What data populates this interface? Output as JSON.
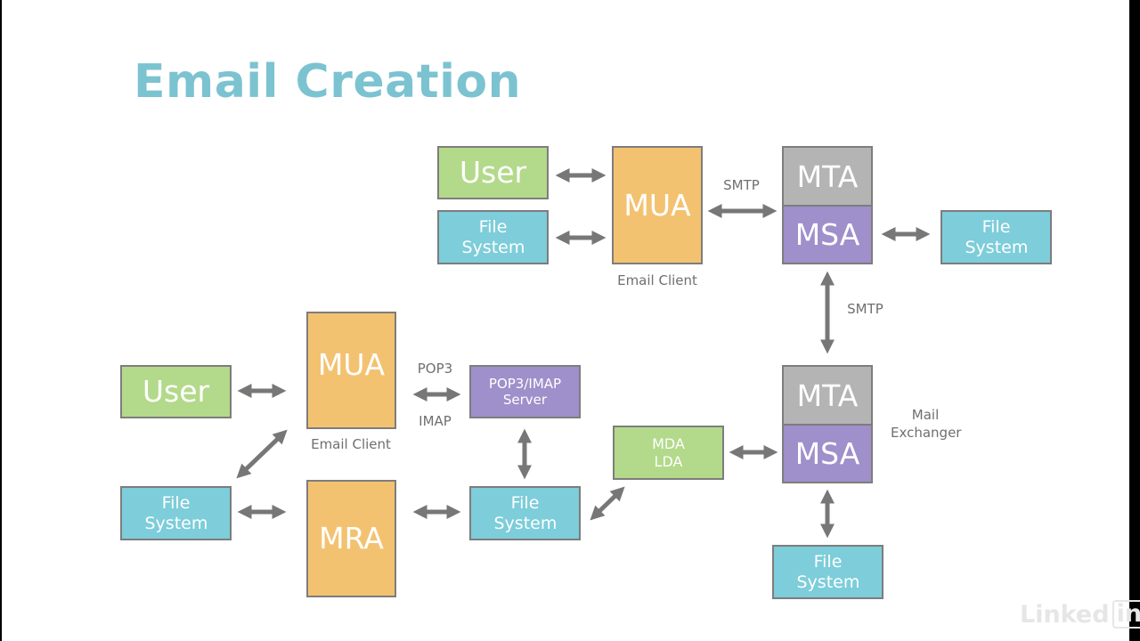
{
  "title": "Email Creation",
  "colors": {
    "title": "#7cc3d1",
    "user": "#b3d98a",
    "file_system": "#7dcdda",
    "agent": "#f3c271",
    "mta": "#b4b4b4",
    "msa": "#9f8fca",
    "arrow": "#777777",
    "border": "#7d7d7d"
  },
  "sender": {
    "user": "User",
    "file_system": "File System",
    "mua": "MUA",
    "mua_caption": "Email Client",
    "link_protocol": "SMTP",
    "mta": "MTA",
    "msa": "MSA",
    "server_file_system": "File System",
    "relay_protocol": "SMTP"
  },
  "receiver": {
    "user": "User",
    "mua": "MUA",
    "mua_caption": "Email Client",
    "protocol_top": "POP3",
    "protocol_bottom": "IMAP",
    "pop_imap_server": "POP3/IMAP Server",
    "client_file_system": "File System",
    "mra": "MRA",
    "server_file_system": "File System",
    "mda": "MDA LDA",
    "mta": "MTA",
    "msa": "MSA",
    "mx_caption": "Mail Exchanger",
    "mx_file_system": "File System"
  },
  "watermark": {
    "brand_text": "Linked",
    "brand_badge": "in"
  }
}
